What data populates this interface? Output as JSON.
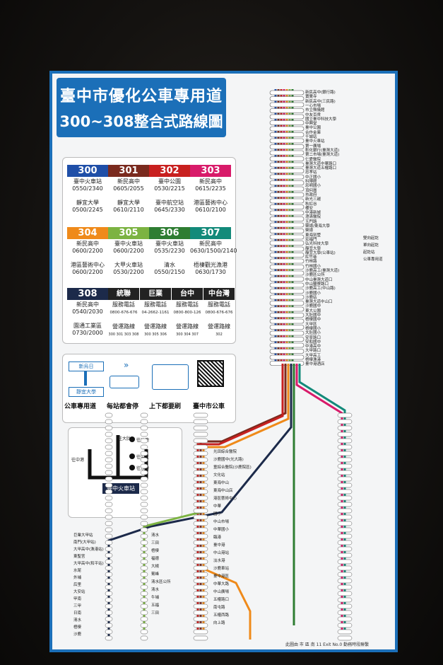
{
  "title": {
    "line1": "臺中市優化公車專用道",
    "line2": "300~308整合式路線圖"
  },
  "routes": [
    {
      "num": "300",
      "color": "#1f4fa8",
      "dest": "臺中火車站",
      "time1": "0550/2340",
      "dest2": "靜宜大學",
      "time2": "0500/2245"
    },
    {
      "num": "301",
      "color": "#7a2a1e",
      "dest": "新民高中",
      "time1": "0605/2055",
      "dest2": "靜宜大學",
      "time2": "0610/2110"
    },
    {
      "num": "302",
      "color": "#c8201f",
      "dest": "臺中公園",
      "time1": "0530/2215",
      "dest2": "臺中航空站",
      "time2": "0645/2330"
    },
    {
      "num": "303",
      "color": "#d81b6a",
      "dest": "新民高中",
      "time1": "0615/2235",
      "dest2": "港區藝術中心",
      "time2": "0610/2100"
    },
    {
      "num": "304",
      "color": "#ef8a1a",
      "dest": "新民高中",
      "time1": "0600/2200",
      "dest2": "港區藝術中心",
      "time2": "0600/2200"
    },
    {
      "num": "305",
      "color": "#7cb342",
      "dest": "臺中火車站",
      "time1": "0600/2200",
      "dest2": "大甲火車站",
      "time2": "0530/2200"
    },
    {
      "num": "306",
      "color": "#2e7d32",
      "dest": "臺中火車站",
      "time1": "0535/2230",
      "dest2": "清水",
      "time2": "0550/2150"
    },
    {
      "num": "307",
      "color": "#138a7a",
      "dest": "新民高中",
      "time1": "0630/1500/2140",
      "dest2": "梧棲觀光漁港",
      "time2": "0630/1730"
    },
    {
      "num": "308",
      "color": "#1c2a4a",
      "dest": "新民高中",
      "time1": "0540/2030",
      "dest2": "園通工業區",
      "time2": "0730/2000"
    }
  ],
  "operators": [
    {
      "name": "統聯",
      "label": "服務電話",
      "phone": "0800-676-676",
      "routes_label": "營運路線",
      "routes": "300 301 303 308"
    },
    {
      "name": "巨業",
      "label": "服務電話",
      "phone": "04-2662-1161",
      "routes_label": "營運路線",
      "routes": "300 305 306"
    },
    {
      "name": "台中",
      "label": "服務電話",
      "phone": "0800-800-126",
      "routes_label": "營運路線",
      "routes": "300 304 307"
    },
    {
      "name": "中台灣",
      "label": "服務電話",
      "phone": "0800-676-676",
      "routes_label": "營運路線",
      "routes": "302"
    }
  ],
  "legend": {
    "item1_top": "新烏日",
    "item1_bottom": "靜宜大學",
    "item1": "公車專用道",
    "item2": "每站都會停",
    "item3": "上下都要刷",
    "item4": "臺中市公車"
  },
  "hub": {
    "title": "臺中火車站",
    "labels": [
      "往大肚",
      "往沙鹿",
      "往中友",
      "往沙鹿",
      "往中港"
    ]
  },
  "stops_main": [
    "新民高中(銀行路)",
    "寶覺寺",
    "新民高中(三民路)",
    "一心市場",
    "市立殯儀館",
    "中友百貨",
    "國立臺中科技大學",
    "中興堂",
    "臺中公園",
    "合作金庫",
    "千城站",
    "臺中火車站",
    "第一廣場",
    "彰化銀行(臺灣大道)",
    "第二市場(臺灣大道)",
    "仁愛醫院",
    "臺灣大道中華路口",
    "臺灣大道五權路口",
    "忠孝站",
    "中正國小",
    "科博館",
    "忠明國小",
    "頂何厝",
    "市政府",
    "新光三越",
    "秋紅谷",
    "櫻安",
    "中港新城",
    "澄清醫院",
    "玉門路",
    "榮總/東海大學",
    "榮總",
    "東海別墅",
    "宏福門",
    "弘光科技大學",
    "靜宜大學",
    "靜宜大學(公車站)",
    "紅竹巷",
    "竹林路",
    "竹林國小",
    "沙鹿高工(臺灣大道)",
    "沙鹿區公所",
    "中山臺灣大道口",
    "中山鹽寮路口",
    "沙鹿高工(中山路)",
    "沙鹿國小",
    "沙鹿站",
    "臺灣大道中山口",
    "沙鹿國中",
    "東大公園",
    "大肚國中",
    "梧棲國中",
    "大甲區",
    "梧棲國小",
    "大肚國小",
    "安寧路口",
    "安和國中",
    "中港高中",
    "大甲路口",
    "大甲高工",
    "梧棲漁港",
    "臺中港酒店"
  ],
  "stops_left": [
    "巨業大甲站",
    "南門(大甲站)",
    "大甲高中(漁港站)",
    "東聖宮",
    "大甲高中(和平站)",
    "水尾",
    "外埔",
    "后里",
    "大安站",
    "甲南",
    "三甲",
    "日南",
    "清水",
    "梧棲",
    "沙鹿"
  ],
  "stops_mid": [
    "清水",
    "三田",
    "梧棲",
    "福德",
    "大楊",
    "鰲峰",
    "清水區公所",
    "清水",
    "牛埔",
    "五福",
    "三田"
  ],
  "stops_center": [
    "光田綜合醫院",
    "沙鹿國中(光大路)",
    "童綜合醫院(沙鹿院區)",
    "文化站",
    "東海中山",
    "東海中山店",
    "港區藝術中心",
    "中華",
    "國小",
    "中山市場",
    "中華國小",
    "臨港",
    "臺中港",
    "中山港站",
    "淡水港",
    "沙鹿車站",
    "臺中港區",
    "中華大路",
    "中山廣場",
    "五權路口",
    "南屯路",
    "五權西路",
    "向上路"
  ],
  "footer": {
    "text": "此圖由 市 區 南 11     Exit No.0   勤務時段聯繫"
  },
  "legend_right": [
    "雙向起訖",
    "單向起訖",
    "起訖站",
    "公車專用道"
  ]
}
